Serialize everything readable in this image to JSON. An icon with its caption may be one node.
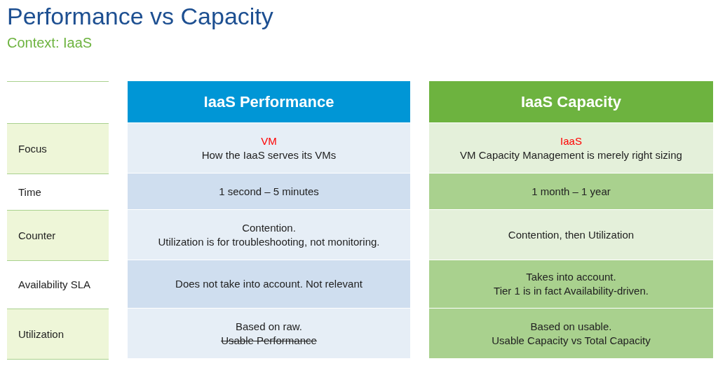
{
  "diagram": {
    "title": "Performance vs Capacity",
    "labels": [
      "Context: IaaS",
      "IaaS Performance",
      "IaaS Capacity",
      "Focus",
      "VM",
      "How the IaaS serves its VMs",
      "IaaS",
      "VM Capacity Management is merely right sizing",
      "Time",
      "1 second – 5 minutes",
      "1 month – 1 year",
      "Counter",
      "Contention.",
      "Utilization is for troubleshooting, not monitoring.",
      "Contention, then Utilization",
      "Availability SLA",
      "Does not take into account. Not relevant",
      "Takes into account.",
      "Tier 1 is in fact Availability-driven.",
      "Utilization",
      "Based on raw.",
      "Usable Performance",
      "Based on usable.",
      "Usable Capacity vs Total Capacity"
    ]
  }
}
